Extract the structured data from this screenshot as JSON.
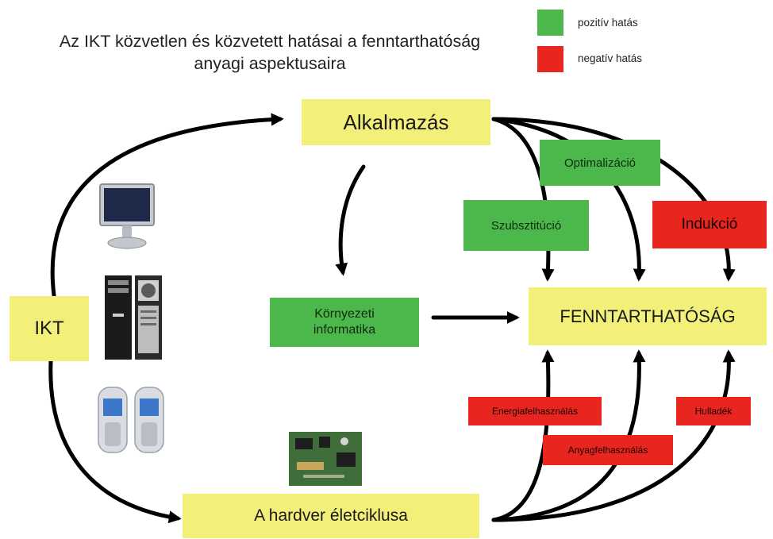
{
  "title": {
    "line1": "Az IKT közvetlen és közvetett hatásai a fenntarthatóság",
    "line2": "anyagi aspektusaira"
  },
  "legend": {
    "positive": {
      "label": "pozitív hatás",
      "color": "#4cb84c"
    },
    "negative": {
      "label": "negatív hatás",
      "color": "#e8261f"
    }
  },
  "nodes": {
    "alkalmazas": "Alkalmazás",
    "ikt": "IKT",
    "kornyezeti_line1": "Környezeti",
    "kornyezeti_line2": "informatika",
    "fenntarthatosag": "FENNTARTHATÓSÁG",
    "hardver": "A hardver életciklusa"
  },
  "effects": {
    "optimalizacio": "Optimalizáció",
    "szubsztitucio": "Szubsztitúció",
    "indukcio": "Indukció",
    "energiafelhasznalas": "Energiafelhasználás",
    "anyagfelhasznalas": "Anyagfelhasználás",
    "hulladek": "Hulladék"
  },
  "colors": {
    "node_yellow": "#f3f07a",
    "positive_green": "#4cb84c",
    "negative_red": "#e8261f",
    "arrow": "#000000"
  },
  "icons": [
    "monitor-icon",
    "computer-tower-icon",
    "mobile-phones-icon",
    "circuit-board-icon"
  ]
}
